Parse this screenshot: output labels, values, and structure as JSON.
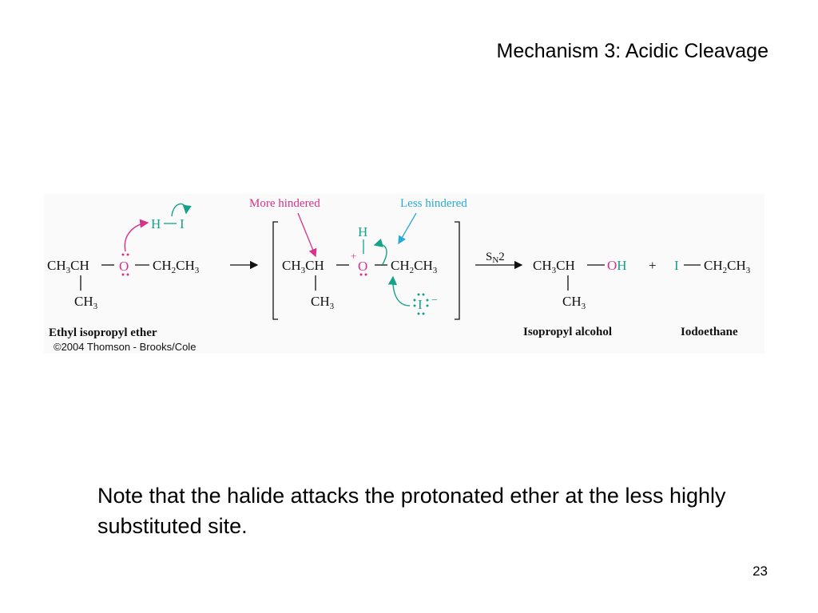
{
  "slide": {
    "title": "Mechanism 3:  Acidic Cleavage",
    "note": "Note that the halide attacks the protonated ether  at the less highly substituted site.",
    "page_number": "23"
  },
  "figure": {
    "labels": {
      "more_hindered": "More hindered",
      "less_hindered": "Less hindered",
      "reactant_name": "Ethyl isopropyl ether",
      "product1_name": "Isopropyl alcohol",
      "product2_name": "Iodoethane",
      "copyright": "©2004 Thomson - Brooks/Cole"
    },
    "chemistry": {
      "ch3ch_base": "CH",
      "ch_suffix": "CH",
      "sub3": "3",
      "sub2": "2",
      "ch3_bottom_base": "CH",
      "oxygen": "O",
      "hydrogen": "H",
      "iodine": "I",
      "ch2ch3_part1": "CH",
      "ch2ch3_part2": "CH",
      "sn2_s": "S",
      "sn2_n": "N",
      "sn2_2": "2",
      "plus_sign": "+",
      "charge_plus": "+",
      "charge_minus": "−",
      "lone_pair_dot": "•"
    },
    "colors": {
      "magenta": "#d6338a",
      "teal": "#14a38a",
      "cyan": "#2aa9d8",
      "ink": "#111111"
    }
  }
}
